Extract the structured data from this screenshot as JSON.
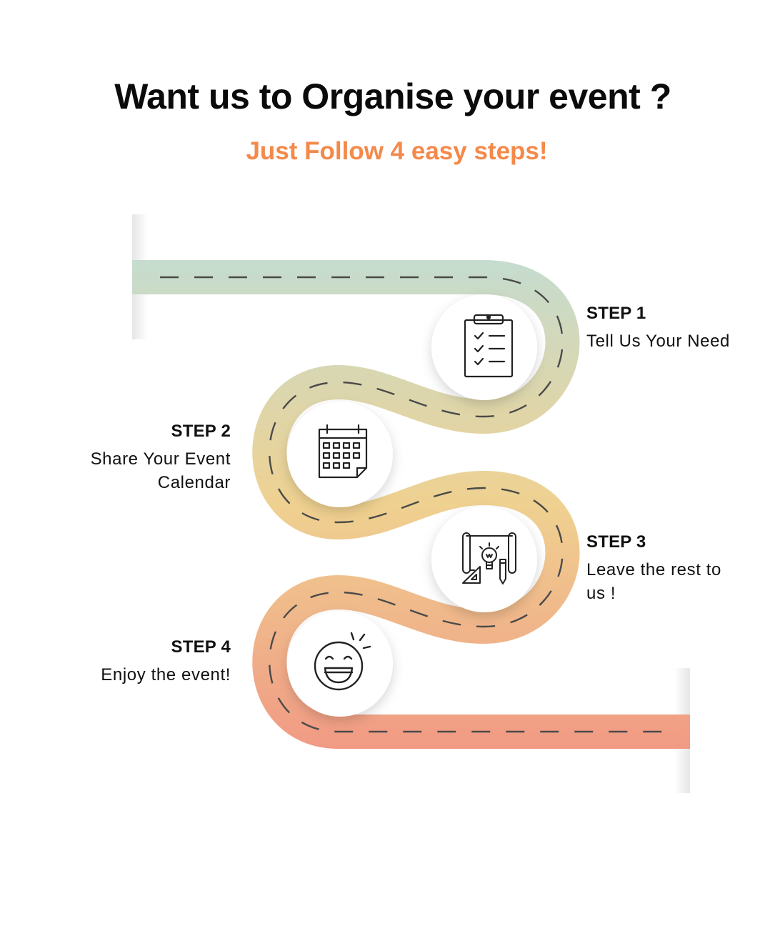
{
  "header": {
    "title": "Want us to Organise your event ?",
    "subtitle": "Just Follow 4 easy steps!"
  },
  "colors": {
    "accent": "#f4894a",
    "road_start": "#c5dccf",
    "road_mid": "#efd190",
    "road_end": "#f19a84",
    "dashes": "#4a4a4a",
    "text": "#111111"
  },
  "steps": [
    {
      "label": "STEP 1",
      "description": "Tell Us Your Need",
      "icon": "clipboard-checklist-icon"
    },
    {
      "label": "STEP 2",
      "description": "Share Your Event Calendar",
      "icon": "calendar-icon"
    },
    {
      "label": "STEP 3",
      "description": "Leave the rest to us !",
      "icon": "blueprint-idea-icon"
    },
    {
      "label": "STEP 4",
      "description": "Enjoy the event!",
      "icon": "smiley-face-icon"
    }
  ]
}
